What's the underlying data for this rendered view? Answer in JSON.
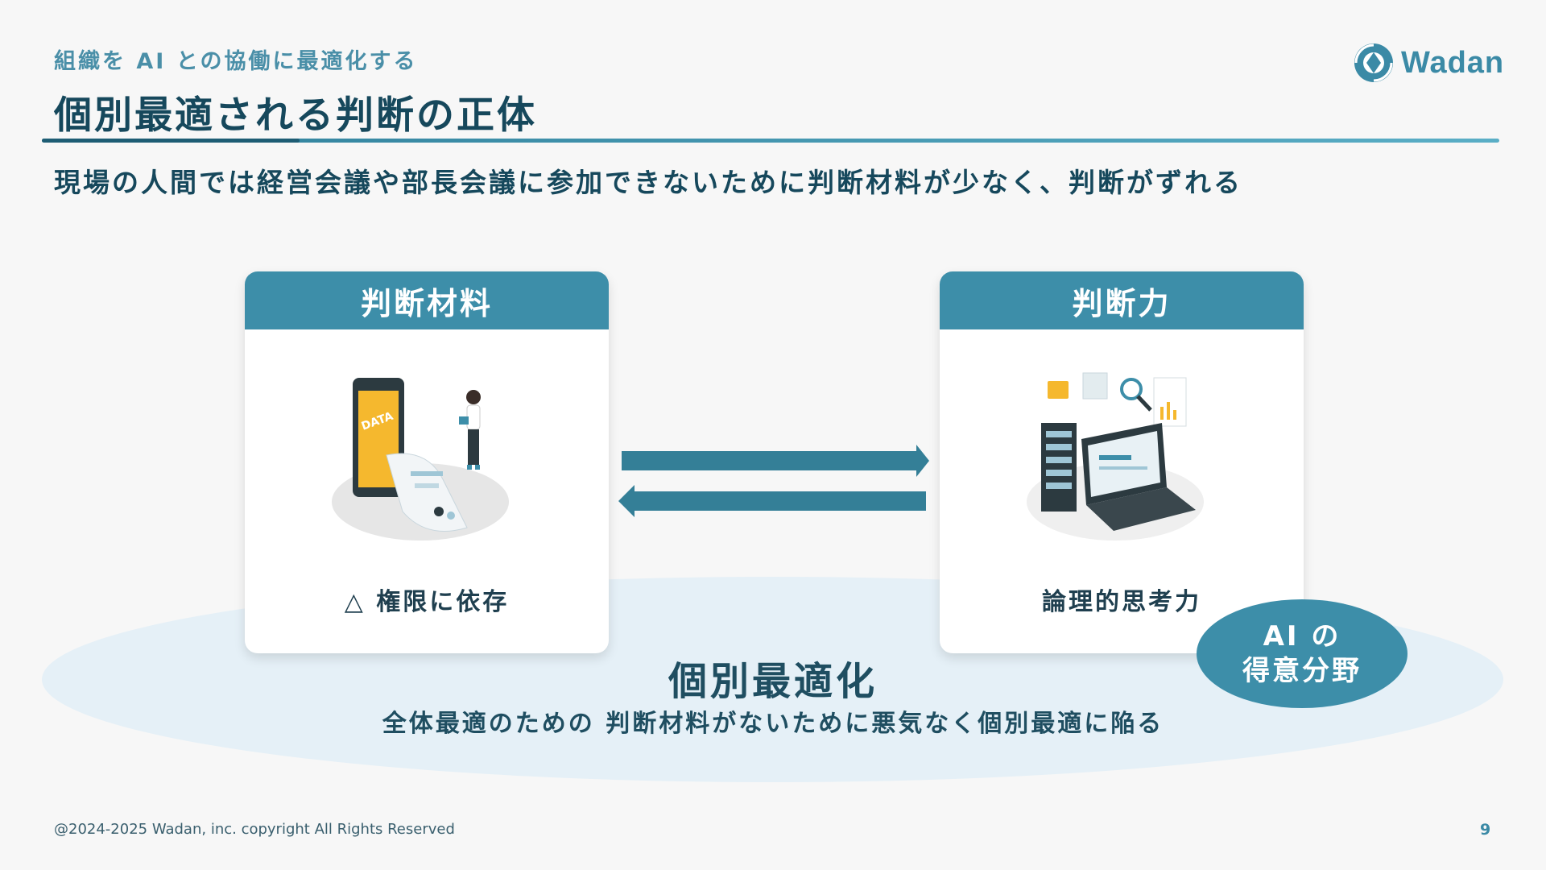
{
  "slide": {
    "eyebrow": "組織を AI との協働に最適化する",
    "title": "個別最適される判断の正体",
    "subtitle": "現場の人間では経営会議や部長会議に参加できないために判断材料が少なく、判断がずれる",
    "logo_text": "Wadan"
  },
  "left_card": {
    "header": "判断材料",
    "caption": "△ 権限に依存",
    "illustration_icon": "phone-data-illustration-icon"
  },
  "right_card": {
    "header": "判断力",
    "caption": "論理的思考力",
    "illustration_icon": "laptop-server-illustration-icon"
  },
  "center": {
    "title": "個別最適化",
    "description": "全体最適のための 判断材料がないために悪気なく個別最適に陥る"
  },
  "badge": {
    "line1": "AI の",
    "line2": "得意分野"
  },
  "footer": {
    "copyright": "@2024-2025 Wadan, inc. copyright All Rights Reserved",
    "page_number": "9"
  },
  "colors": {
    "primary": "#3d8ea9",
    "dark_text": "#16485c",
    "ellipse": "#e5f0f7",
    "card_bg": "#ffffff",
    "accent_yellow": "#f5b82e"
  }
}
